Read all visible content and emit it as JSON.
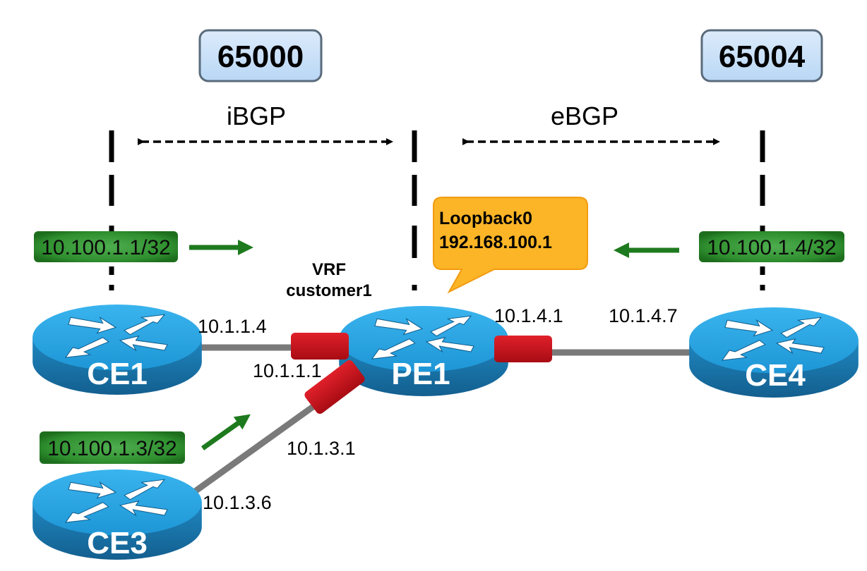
{
  "autonomous_systems": [
    {
      "id": "as-left",
      "label": "65000"
    },
    {
      "id": "as-right",
      "label": "65004"
    }
  ],
  "sessions": [
    {
      "id": "ibgp",
      "label": "iBGP"
    },
    {
      "id": "ebgp",
      "label": "eBGP"
    }
  ],
  "routers": [
    {
      "id": "ce1",
      "label": "CE1"
    },
    {
      "id": "pe1",
      "label": "PE1"
    },
    {
      "id": "ce3",
      "label": "CE3"
    },
    {
      "id": "ce4",
      "label": "CE4"
    }
  ],
  "prefixes": [
    {
      "id": "ce1-prefix",
      "label": "10.100.1.1/32",
      "direction": "right"
    },
    {
      "id": "ce4-prefix",
      "label": "10.100.1.4/32",
      "direction": "left"
    },
    {
      "id": "ce3-prefix",
      "label": "10.100.1.3/32",
      "direction": "up-right"
    }
  ],
  "vrf": {
    "line1": "VRF",
    "line2": "customer1"
  },
  "loopback": {
    "line1": "Loopback0",
    "line2": "192.168.100.1"
  },
  "interfaces": {
    "ce1_side": "10.1.1.4",
    "pe1_ce1_side": "10.1.1.1",
    "pe1_ce3_side": "10.1.3.1",
    "ce3_side": "10.1.3.6",
    "pe1_ce4_side": "10.1.4.1",
    "ce4_side": "10.1.4.7"
  },
  "colors": {
    "as_box_fill": "#cfe5fb",
    "as_box_stroke": "#5a6b7b",
    "prefix_fill": "#2d8a2d",
    "arrow_green": "#1e7a1e",
    "callout_fill": "#fbb526",
    "router_top": "#2aa3e0",
    "router_side": "#1b7fb8",
    "interface_red": "#c8101a",
    "link_gray": "#7a7a7a"
  }
}
